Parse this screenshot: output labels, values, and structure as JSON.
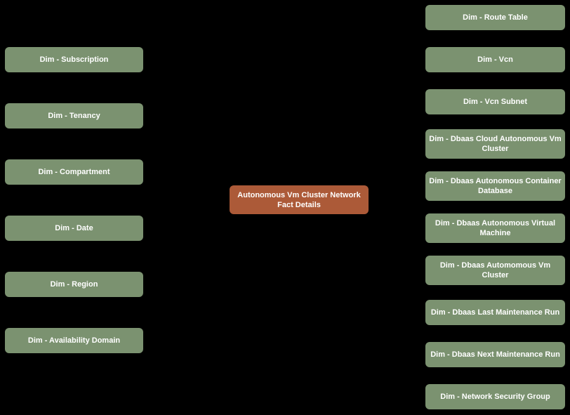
{
  "diagram": {
    "colors": {
      "background": "#000000",
      "dimension": "#7b9270",
      "fact": "#ac5a38",
      "text": "#ffffff"
    },
    "fact_node": {
      "label": "Autonomous Vm Cluster Network\nFact Details"
    },
    "left_dimensions": [
      {
        "label": "Dim - Subscription"
      },
      {
        "label": "Dim - Tenancy"
      },
      {
        "label": "Dim - Compartment"
      },
      {
        "label": "Dim - Date"
      },
      {
        "label": "Dim - Region"
      },
      {
        "label": "Dim - Availability Domain"
      }
    ],
    "right_dimensions": [
      {
        "label": "Dim - Route Table"
      },
      {
        "label": "Dim - Vcn"
      },
      {
        "label": "Dim - Vcn Subnet"
      },
      {
        "label": "Dim - Dbaas Cloud Autonomous Vm\nCluster"
      },
      {
        "label": "Dim - Dbaas Autonomous Container\nDatabase"
      },
      {
        "label": "Dim - Dbaas Autonomous Virtual\nMachine"
      },
      {
        "label": "Dim - Dbaas Automomous Vm\nCluster"
      },
      {
        "label": "Dim - Dbaas Last Maintenance Run"
      },
      {
        "label": "Dim - Dbaas Next Maintenance Run"
      },
      {
        "label": "Dim - Network Security Group"
      }
    ]
  }
}
